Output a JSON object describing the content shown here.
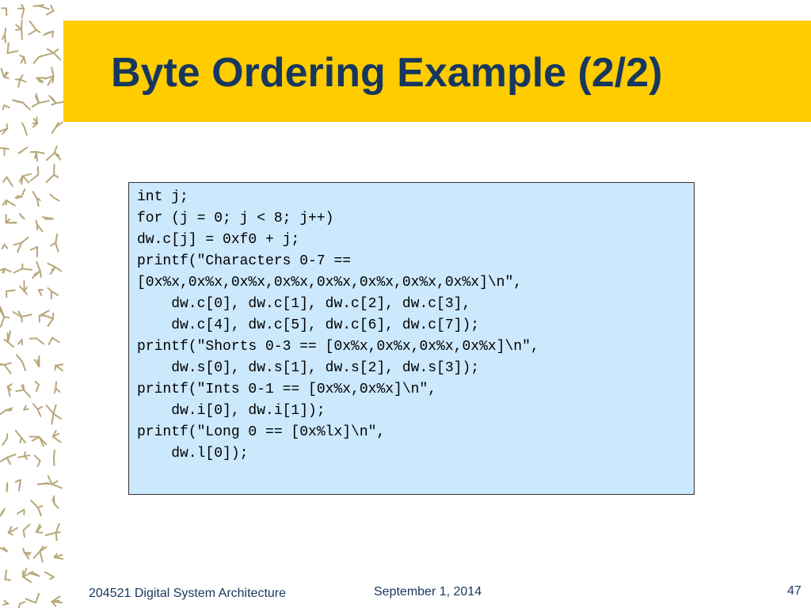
{
  "slide": {
    "title": "Byte Ordering Example (2/2)",
    "colors": {
      "title_bar": "#ffcc00",
      "title_text": "#17375e",
      "code_box_fill": "#cce8fc",
      "code_box_border": "#333333",
      "decoration": "#b8a77a"
    }
  },
  "code": {
    "lines": [
      "int j;",
      "for (j = 0; j < 8; j++)",
      "dw.c[j] = 0xf0 + j;",
      "printf(\"Characters 0-7 ==",
      "[0x%x,0x%x,0x%x,0x%x,0x%x,0x%x,0x%x,0x%x]\\n\",",
      "    dw.c[0], dw.c[1], dw.c[2], dw.c[3],",
      "    dw.c[4], dw.c[5], dw.c[6], dw.c[7]);",
      "printf(\"Shorts 0-3 == [0x%x,0x%x,0x%x,0x%x]\\n\",",
      "    dw.s[0], dw.s[1], dw.s[2], dw.s[3]);",
      "printf(\"Ints 0-1 == [0x%x,0x%x]\\n\",",
      "    dw.i[0], dw.i[1]);",
      "printf(\"Long 0 == [0x%lx]\\n\",",
      "    dw.l[0]);"
    ]
  },
  "footer": {
    "course": "204521 Digital System Architecture",
    "date": "September 1, 2014",
    "page_number": "47"
  }
}
